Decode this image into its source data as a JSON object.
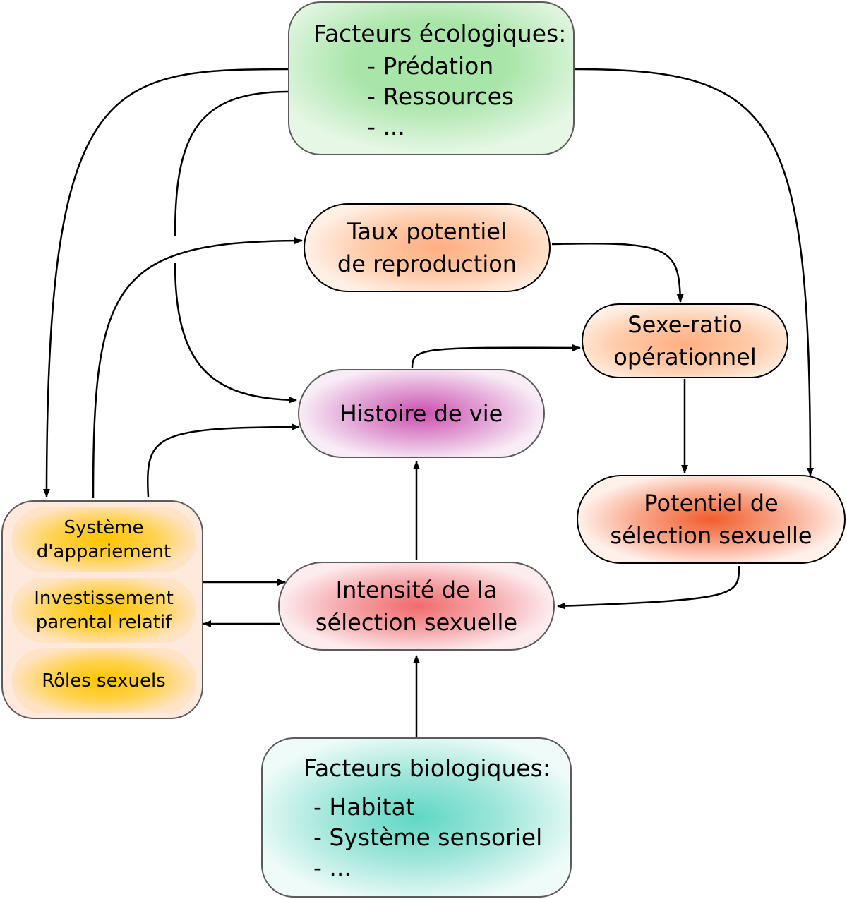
{
  "nodes": {
    "ecological": {
      "title": "Facteurs écologiques:",
      "items": [
        "- Prédation",
        "- Ressources",
        "- ..."
      ]
    },
    "biological": {
      "title": "Facteurs biologiques:",
      "items": [
        "- Habitat",
        "- Système sensoriel",
        "- ..."
      ]
    },
    "reproduction_rate": {
      "line1": "Taux potentiel",
      "line2": "de reproduction"
    },
    "sex_ratio": {
      "line1": "Sexe-ratio",
      "line2": "opérationnel"
    },
    "life_history": {
      "label": "Histoire de vie"
    },
    "selection_potential": {
      "line1": "Potentiel de",
      "line2": "sélection sexuelle"
    },
    "selection_intensity": {
      "line1": "Intensité de la",
      "line2": "sélection sexuelle"
    },
    "group": {
      "mating_system": {
        "line1": "Système",
        "line2": "d'appariement"
      },
      "parental_investment": {
        "line1": "Investissement",
        "line2": "parental relatif"
      },
      "sex_roles": {
        "label": "Rôles sexuels"
      }
    }
  }
}
